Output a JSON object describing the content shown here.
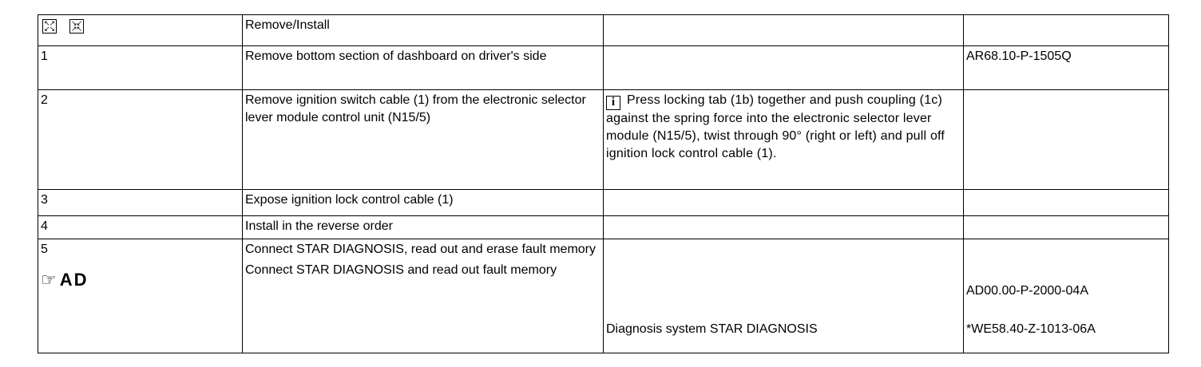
{
  "header": {
    "icon1": "expand-icon",
    "icon2": "collapse-icon",
    "title": "Remove/Install"
  },
  "steps": [
    {
      "num": "1",
      "text": "Remove bottom section of dashboard on driver's side",
      "ref": "AR68.10-P-1505Q"
    },
    {
      "num": "2",
      "text": "Remove ignition switch cable (1) from the electronic selector lever module control unit (N15/5)",
      "note": "Press locking  tab (1b) together and push coupling (1c) against the spring force into the electronic selector lever module (N15/5), twist through 90° (right or left) and pull off ignition lock control cable (1)."
    },
    {
      "num": "3",
      "text": "Expose ignition lock control cable (1)"
    },
    {
      "num": "4",
      "text": "Install in the reverse order"
    },
    {
      "num": "5",
      "text": "Connect STAR DIAGNOSIS, read out and erase fault memory",
      "ad_label": "AD",
      "ad_text": "Connect STAR DIAGNOSIS and read out fault memory",
      "ad_ref": "AD00.00-P-2000-04A",
      "tool_text": "Diagnosis system STAR DIAGNOSIS",
      "tool_ref": "*WE58.40-Z-1013-06A"
    }
  ]
}
